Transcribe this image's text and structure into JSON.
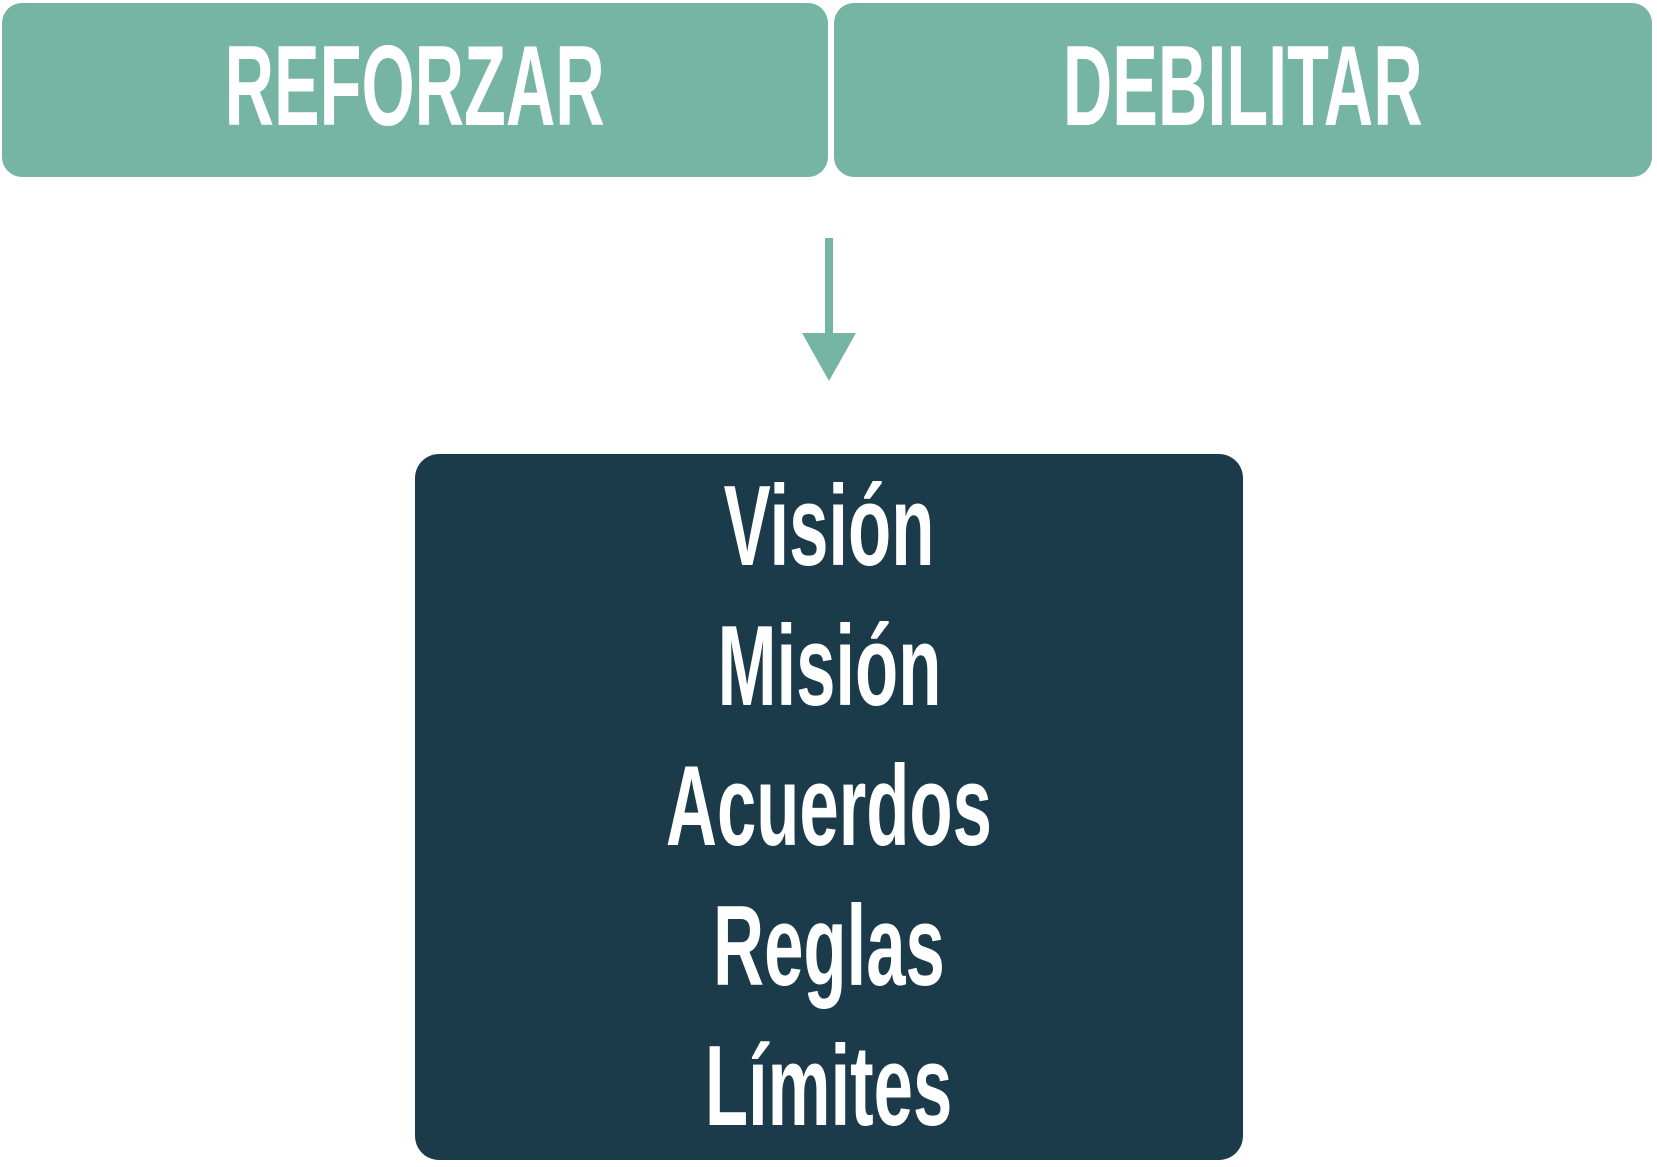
{
  "header": {
    "reforzar_label": "REFORZAR",
    "debilitar_label": "DEBILITAR"
  },
  "core_values": {
    "items": [
      "Visión",
      "Misión",
      "Acuerdos",
      "Reglas",
      "Límites"
    ]
  },
  "colors": {
    "green": "#76B5A4",
    "dark_teal": "#1C3B4A",
    "text": "#FFFFFF",
    "background": "#FFFFFF"
  }
}
